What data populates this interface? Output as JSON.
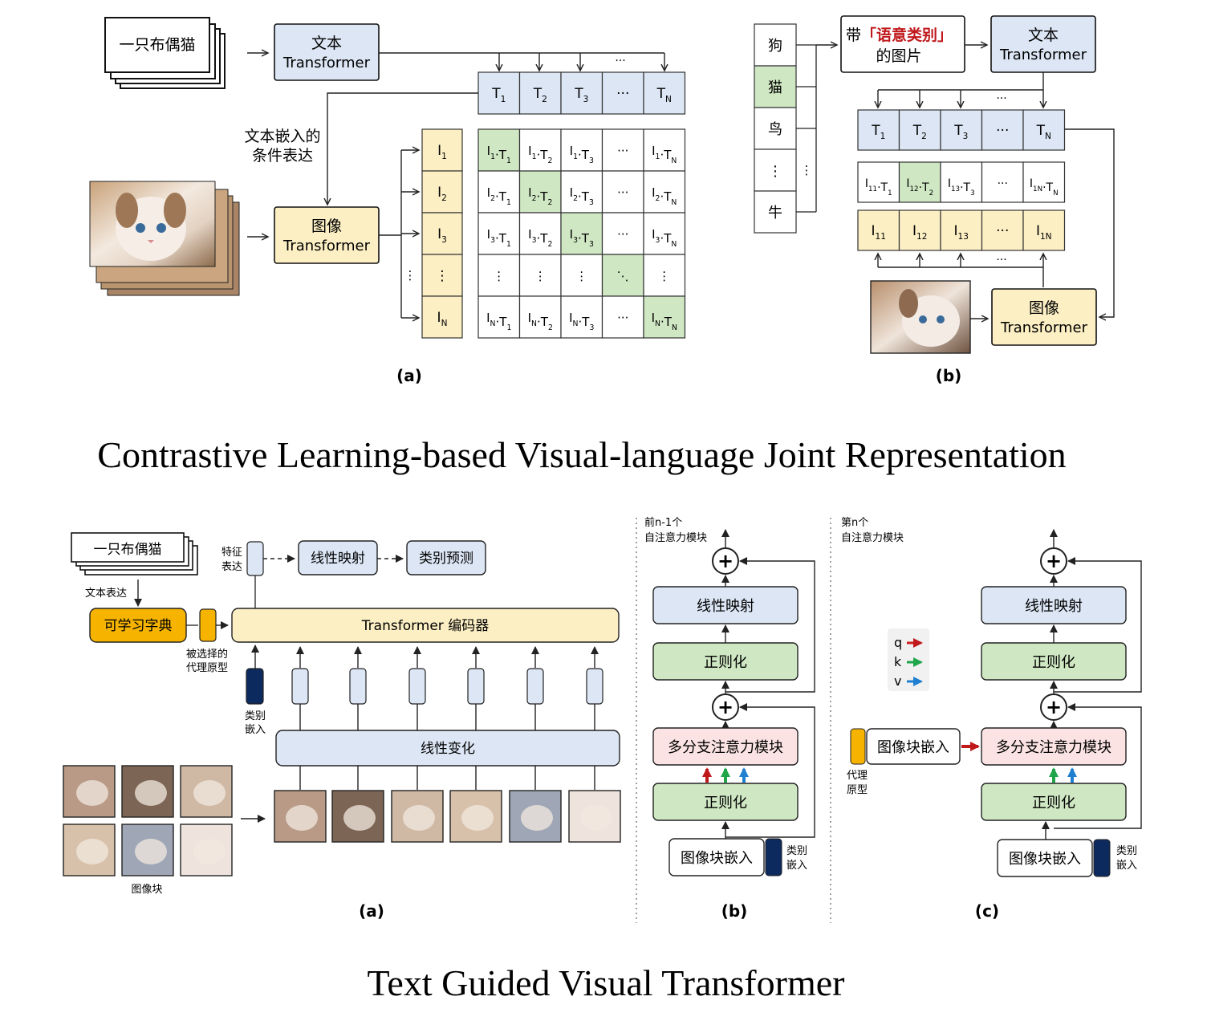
{
  "top": {
    "caption": "Contrastive Learning-based Visual-language Joint Representation",
    "a": {
      "label": "(a)",
      "text_cards": "一只布偶猫",
      "text_encoder": [
        "文本",
        "Transformer"
      ],
      "image_encoder": [
        "图像",
        "Transformer"
      ],
      "condition_note": [
        "文本嵌入的",
        "条件表达"
      ],
      "t_headers": [
        "T1",
        "T2",
        "T3",
        "···",
        "TN"
      ],
      "i_rows": [
        "I1",
        "I2",
        "I3",
        "⋮",
        "IN"
      ],
      "matrix": [
        [
          "I1·T1",
          "I1·T2",
          "I1·T3",
          "···",
          "I1·TN"
        ],
        [
          "I2·T1",
          "I2·T2",
          "I2·T3",
          "···",
          "I2·TN"
        ],
        [
          "I3·T1",
          "I3·T2",
          "I3·T3",
          "···",
          "I3·TN"
        ],
        [
          "⋮",
          "⋮",
          "⋮",
          "⋱",
          "⋮"
        ],
        [
          "IN·T1",
          "IN·T2",
          "IN·T3",
          "···",
          "IN·TN"
        ]
      ],
      "dots": "···"
    },
    "b": {
      "label": "(b)",
      "labels_list": [
        "狗",
        "猫",
        "鸟",
        "⋮",
        "牛"
      ],
      "prompt": [
        "带",
        "「语意类别」",
        "的图片"
      ],
      "text_encoder": [
        "文本",
        "Transformer"
      ],
      "image_encoder": [
        "图像",
        "Transformer"
      ],
      "t_headers": [
        "T1",
        "T2",
        "T3",
        "···",
        "TN"
      ],
      "products": [
        "I11·T1",
        "I12·T2",
        "I13·T3",
        "···",
        "I1N·TN"
      ],
      "i_row": [
        "I11",
        "I12",
        "I13",
        "···",
        "I1N"
      ],
      "dots": "···"
    }
  },
  "bottom": {
    "caption": "Text Guided Visual Transformer",
    "a": {
      "label": "(a)",
      "text_cards": "一只布偶猫",
      "text_expr": "文本表达",
      "dictionary": "可学习字典",
      "selected_proto": [
        "被选择的",
        "代理原型"
      ],
      "feature_expr": [
        "特征",
        "表达"
      ],
      "linear_map": "线性映射",
      "class_pred": "类别预测",
      "encoder": "Transformer 编码器",
      "class_embed": [
        "类别",
        "嵌入"
      ],
      "linear_transform": "线性变化",
      "patches_label": "图像块"
    },
    "b": {
      "label": "(b)",
      "header": [
        "前n-1个",
        "自注意力模块"
      ],
      "linear_map": "线性映射",
      "norm1": "正则化",
      "mhsa": "多分支注意力模块",
      "norm2": "正则化",
      "patch_embed": "图像块嵌入",
      "class_embed": [
        "类别",
        "嵌入"
      ]
    },
    "c": {
      "label": "(c)",
      "header": [
        "第n个",
        "自注意力模块"
      ],
      "legend": [
        "q",
        "k",
        "v"
      ],
      "linear_map": "线性映射",
      "norm1": "正则化",
      "mhsa": "多分支注意力模块",
      "norm2": "正则化",
      "patch_embed_left": "图像块嵌入",
      "proxy": [
        "代理",
        "原型"
      ],
      "patch_embed": "图像块嵌入",
      "class_embed": [
        "类别",
        "嵌入"
      ]
    }
  },
  "colors": {
    "blue": "#dce6f4",
    "yellow": "#fcefc4",
    "green": "#cfe7c3",
    "pink": "#fbe3e3",
    "orange": "#f6b300",
    "navy": "#0d2a5e",
    "red": "#c0191c",
    "q": "#d01f1f",
    "k": "#1fa64a",
    "v": "#1f7fd0"
  }
}
